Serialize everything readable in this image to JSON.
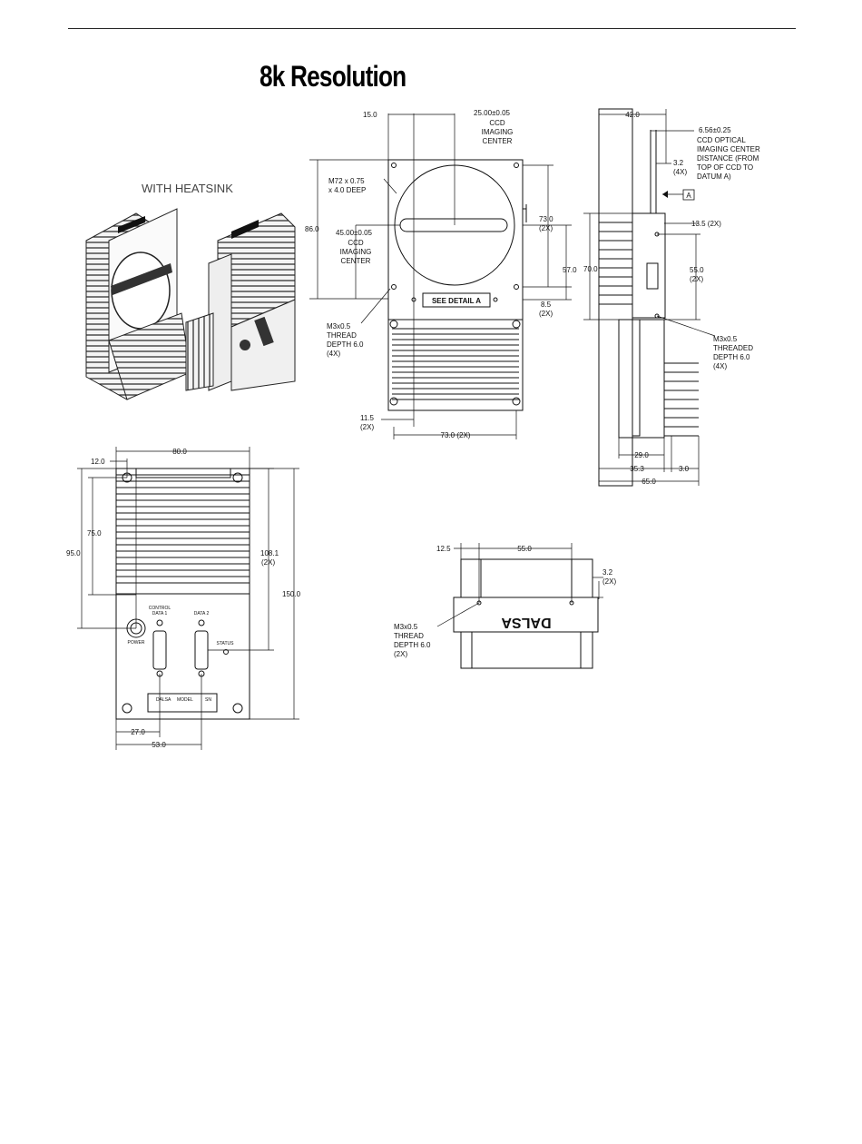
{
  "page": {
    "title": "8k Resolution",
    "caption": "WITH HEATSINK"
  },
  "front_view": {
    "dims": {
      "left_offset": "15.0",
      "ccd_center_h": "25.00±0.05",
      "ccd_center_h_note": [
        "CCD",
        "IMAGING",
        "CENTER"
      ],
      "mount": [
        "M72 x 0.75",
        "x 4.0 DEEP"
      ],
      "height": "86.0",
      "ccd_center_v": "45.00±0.05",
      "ccd_center_v_note": [
        "CCD",
        "IMAGING",
        "CENTER"
      ],
      "hole_span_v": [
        "73.0",
        "(2X)"
      ],
      "body_v": "57.0",
      "small_v": [
        "8.5",
        "(2X)"
      ],
      "thread": [
        "M3x0.5",
        "THREAD",
        "DEPTH 6.0",
        "(4X)"
      ],
      "bottom_left": [
        "11.5",
        "(2X)"
      ],
      "bottom_span": "73.0 (2X)",
      "detail_label": "SEE DETAIL A"
    }
  },
  "side_view": {
    "dims": {
      "top": "42.0",
      "ccd_distance": [
        "6.56±0.25",
        "CCD OPTICAL",
        "IMAGING CENTER",
        "DISTANCE (FROM",
        "TOP OF CCD TO",
        "DATUM A)"
      ],
      "small_top": [
        "3.2",
        "(4X)"
      ],
      "datum": "A",
      "offset": "13.5 (2X)",
      "height": "70.0",
      "span": [
        "55.0",
        "(2X)"
      ],
      "thread": [
        "M3x0.5",
        "THREADED",
        "DEPTH 6.0",
        "(4X)"
      ],
      "w1": "29.0",
      "w2": "35.3",
      "w3": "3.0",
      "w4": "65.0"
    }
  },
  "back_view": {
    "dims": {
      "width": "80.0",
      "left": "12.0",
      "h75": "75.0",
      "h95": "95.0",
      "h108": [
        "108.1",
        "(2X)"
      ],
      "h150": "150.0",
      "b27": "27.0",
      "b53": "53.0"
    },
    "labels": {
      "control": [
        "CONTROL",
        "DATA 1"
      ],
      "data2": "DATA 2",
      "power": "POWER",
      "status": "STATUS",
      "plate": [
        "DALSA",
        "MODEL",
        "SN"
      ]
    }
  },
  "bottom_view": {
    "dims": {
      "left": "12.5",
      "span": "55.0",
      "right": [
        "3.2",
        "(2X)"
      ],
      "thread": [
        "M3x0.5",
        "THREAD",
        "DEPTH 6.0",
        "(2X)"
      ]
    },
    "logo": "DALSA"
  }
}
